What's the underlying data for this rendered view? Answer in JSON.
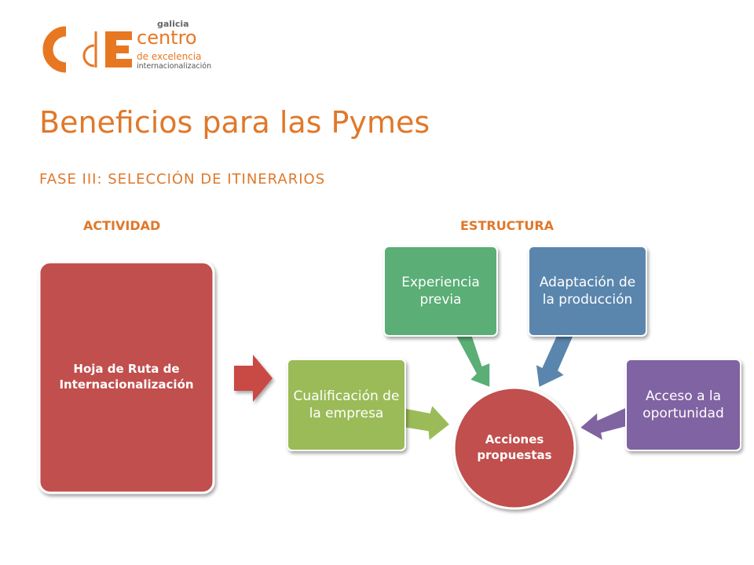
{
  "logo": {
    "galicia": "galicia",
    "centro": "centro",
    "excelencia": "de excelencia",
    "internacionalizacion": "internacionalización",
    "mark_color": "#e87722"
  },
  "title": "Beneficios para las Pymes",
  "subtitle": "FASE III: SELECCIÓN DE ITINERARIOS",
  "columns": {
    "left": "ACTIVIDAD",
    "right": "ESTRUCTURA"
  },
  "diagram": {
    "activity_box": "Hoja de Ruta de Internacionalización",
    "center": "Acciones propuestas",
    "items": {
      "qualification": "Cualificación de la empresa",
      "experience": "Experiencia previa",
      "adaptation": "Adaptación de la producción",
      "access": "Acceso a la oportunidad"
    }
  },
  "colors": {
    "accent_orange": "#e0782a",
    "red": "#c0504d",
    "green_light": "#9bbb59",
    "green": "#5aae76",
    "blue": "#5a86ad",
    "purple": "#8064a2"
  }
}
